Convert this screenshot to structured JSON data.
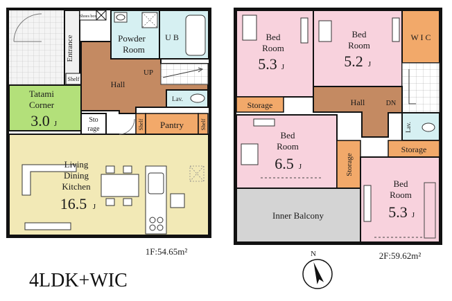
{
  "floor1": {
    "shoes_box": "Shoes box",
    "entrance": "Entrance",
    "shelf_entrance": "Shelf",
    "powder_room": [
      "Powder",
      "Room"
    ],
    "ub": "U B",
    "up": "UP",
    "hall": "Hall",
    "lav": "Lav.",
    "tatami": [
      "Tatami",
      "Corner"
    ],
    "tatami_size": "3.0",
    "storage": [
      "Sto",
      "rage"
    ],
    "shelf_left": "Shelf",
    "pantry": "Pantry",
    "shelf_right": "Shelf",
    "ldk": [
      "Living",
      "Dining",
      "Kitchen"
    ],
    "ldk_size": "16.5",
    "area": "1F:54.65m²"
  },
  "floor2": {
    "bed1": [
      "Bed",
      "Room"
    ],
    "bed1_size": "5.3",
    "bed2": [
      "Bed",
      "Room"
    ],
    "bed2_size": "5.2",
    "wic": "W I C",
    "storage1": "Storage",
    "hall": "Hall",
    "dn": "DN",
    "bed3": [
      "Bed",
      "Room"
    ],
    "bed3_size": "6.5",
    "storage_v": "Storage",
    "storage2": "Storage",
    "lav": "Lav.",
    "bed4": [
      "Bed",
      "Room"
    ],
    "bed4_size": "5.3",
    "balcony": "Inner Balcony",
    "area": "2F:59.62m²"
  },
  "unit_suffix": "J",
  "layout_type": "4LDK+WIC",
  "compass": "N",
  "colors": {
    "wall": "#111111",
    "hall": "#c48a62",
    "wet": "#d6f0f2",
    "storage": "#f2a96a",
    "tatami": "#b3e07a",
    "ldk": "#f2e9b6",
    "bedroom": "#f8d2dd",
    "balcony": "#d4d4d4",
    "entrance": "#f0f0f0"
  }
}
